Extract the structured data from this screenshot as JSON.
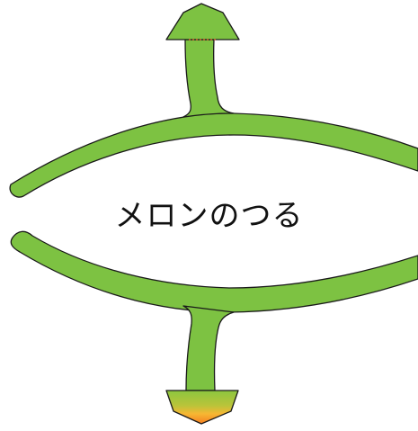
{
  "diagram": {
    "title": "メロンのつる"
  },
  "colors": {
    "vine_fill": "#7dc242",
    "vine_stroke": "#1a1a1a",
    "background": "#ffffff",
    "tip_gradient_top": "#8cc63f",
    "tip_gradient_mid": "#f7b733",
    "tip_gradient_bottom": "#f57f20",
    "dashed_marker": "#e0452b"
  },
  "shapes": {
    "top_arrow": "upward-pointing-head",
    "bottom_arrow": "downward-pointing-head",
    "arcs": [
      "upper-arc",
      "lower-arc"
    ]
  }
}
